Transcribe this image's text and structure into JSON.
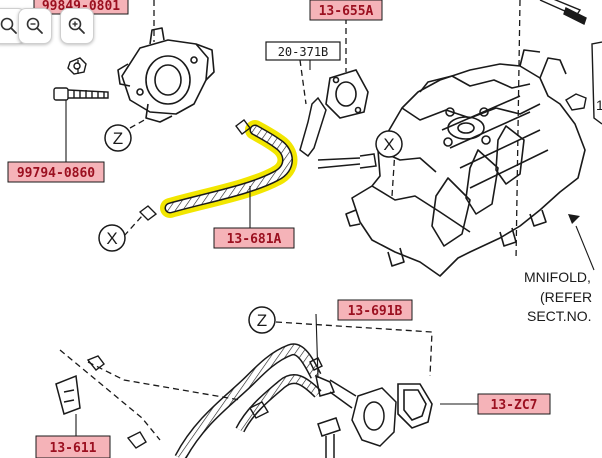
{
  "toolbar": {
    "zoom_out_title": "Zoom out",
    "zoom_in_title": "Zoom in",
    "zoom_out_glyph": "−",
    "zoom_in_glyph": "+"
  },
  "colors": {
    "ink": "#1a1a1a",
    "label_fill": "#f5b3b8",
    "label_text": "#9b1020",
    "highlight": "#f2e600"
  },
  "labels": {
    "top_cut": "99849-0801",
    "throttle": "13-655A",
    "gasket_ref": "20-371B",
    "bolt_ref": "99794-0860",
    "hose_ref": "13-681A",
    "lower_hose": "13-691B",
    "thermostat": "13-ZC7",
    "bracket": "13-611",
    "right_cut": "1"
  },
  "markers": {
    "z": "Z",
    "x": "X"
  },
  "note": {
    "line1": "MNIFOLD,",
    "line2": "(REFER",
    "line3": "SECT.NO."
  }
}
